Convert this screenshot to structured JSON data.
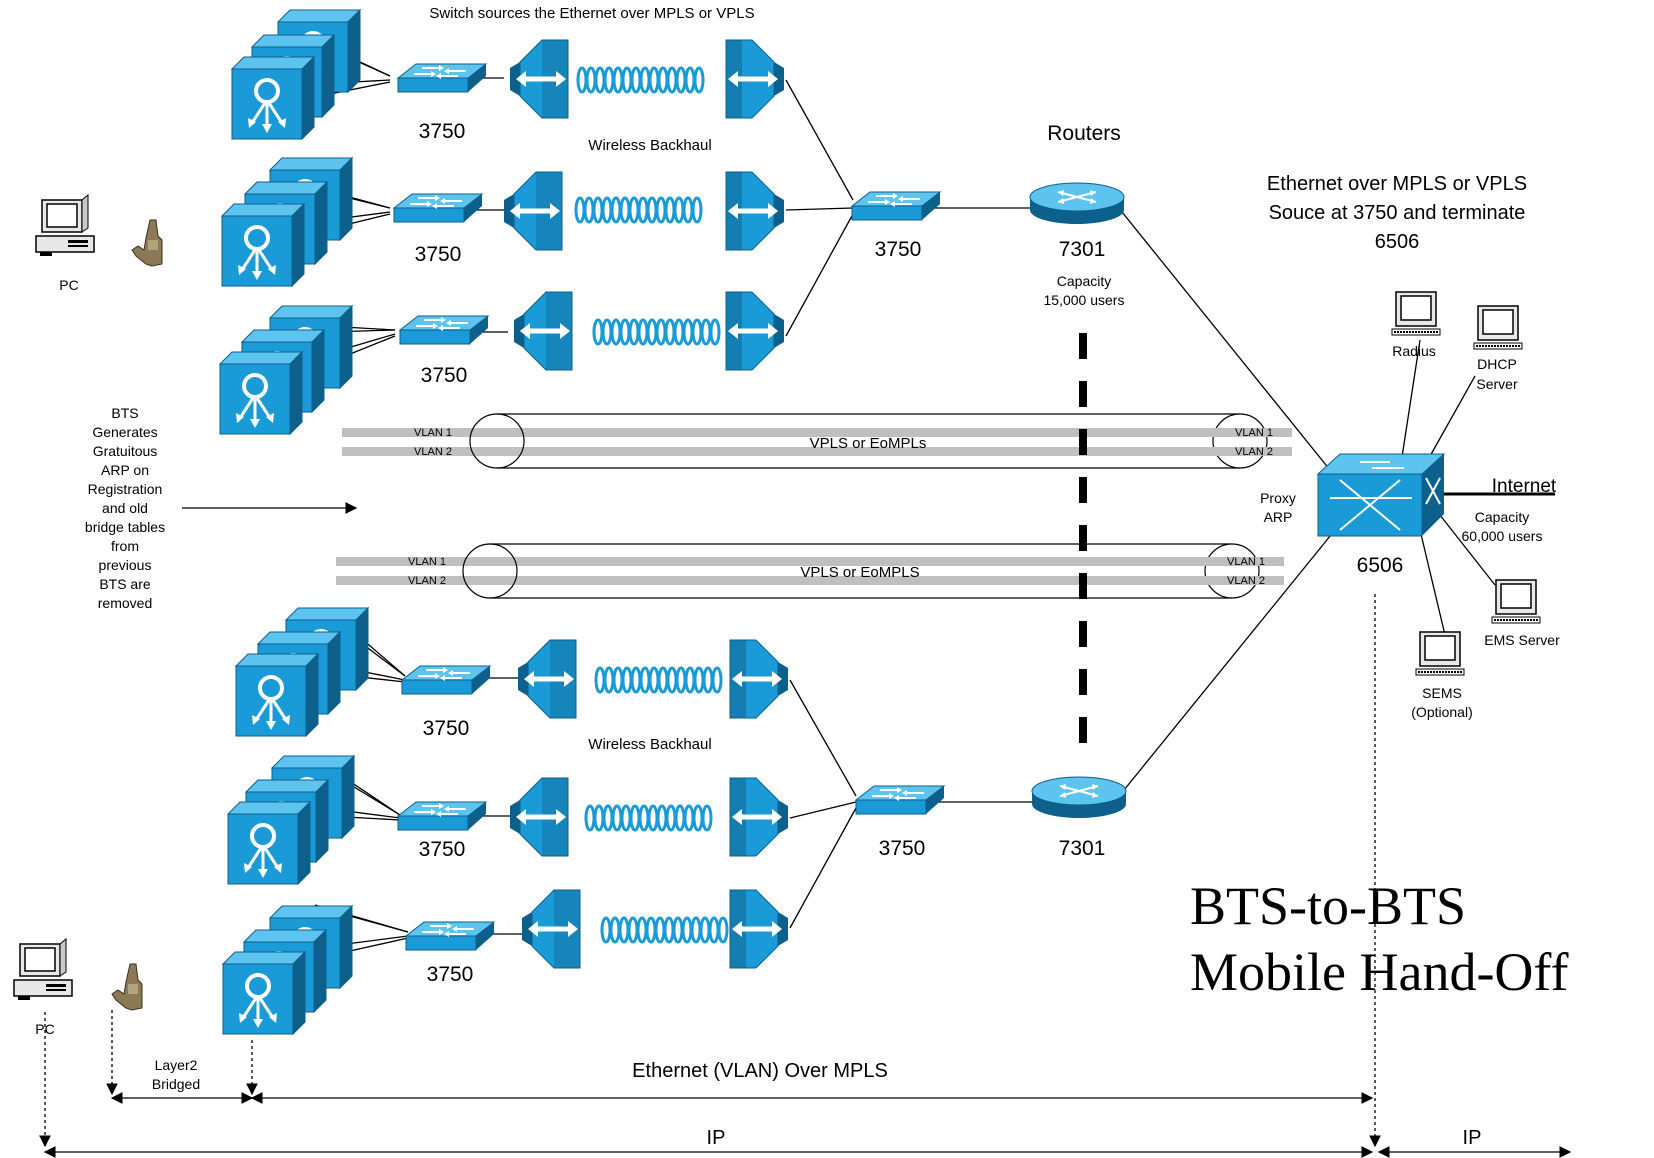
{
  "top_caption": "Switch sources the Ethernet over MPLS or VPLS",
  "wireless_backhaul_top": "Wireless Backhaul",
  "wireless_backhaul_bottom": "Wireless Backhaul",
  "routers_label": "Routers",
  "switch_model": "3750",
  "router_model": "7301",
  "core_switch_model": "6506",
  "router_capacity": [
    "Capacity",
    "15,000 users"
  ],
  "eompls_note": [
    "Ethernet over MPLS or VPLS",
    "Souce at 3750 and terminate",
    "6506"
  ],
  "pc_label": "PC",
  "bts_note": [
    "BTS",
    "Generates",
    "Gratuitous",
    "ARP on",
    "Registration",
    "and old",
    "bridge tables",
    "from",
    "previous",
    "BTS are",
    "removed"
  ],
  "tunnel_top": {
    "label": "VPLS or EoMPLs",
    "vlans": [
      "VLAN 1",
      "VLAN 2"
    ]
  },
  "tunnel_bottom": {
    "label": "VPLS or EoMPLS",
    "vlans": [
      "VLAN 1",
      "VLAN 2"
    ]
  },
  "proxy_arp": [
    "Proxy",
    "ARP"
  ],
  "internet_label": "Internet",
  "core_capacity": [
    "Capacity",
    "60,000 users"
  ],
  "servers": {
    "radius": "Radius",
    "dhcp": [
      "DHCP",
      "Server"
    ],
    "ems": "EMS Server",
    "sems": [
      "SEMS",
      "(Optional)"
    ]
  },
  "big_title": [
    "BTS-to-BTS",
    "Mobile Hand-Off"
  ],
  "layer2_label": [
    "Layer2",
    "Bridged"
  ],
  "eth_vlan_label": "Ethernet (VLAN) Over MPLS",
  "ip_label": "IP",
  "colors": {
    "device": "#1a9ad6",
    "device_dark": "#0d5f8c",
    "device_light": "#5cc4ee",
    "vlan": "#bfbfbf"
  }
}
